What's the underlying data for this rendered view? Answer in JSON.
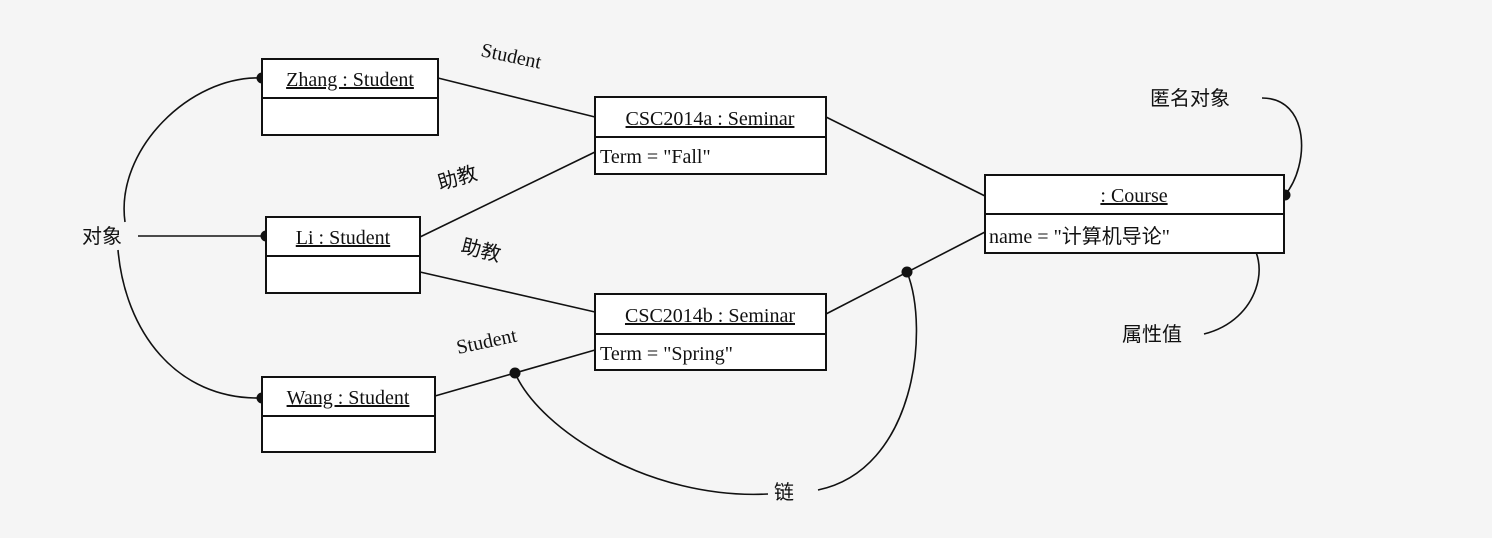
{
  "objects": {
    "zhang": {
      "name": "Zhang : Student",
      "attribute": ""
    },
    "li": {
      "name": "Li : Student",
      "attribute": ""
    },
    "wang": {
      "name": "Wang : Student",
      "attribute": ""
    },
    "seminar_a": {
      "name": "CSC2014a : Seminar",
      "attribute": "Term = \"Fall\""
    },
    "seminar_b": {
      "name": "CSC2014b : Seminar",
      "attribute": "Term = \"Spring\""
    },
    "course": {
      "name": ": Course",
      "attribute": "name = \"计算机导论\""
    }
  },
  "link_labels": {
    "zhang_seminar_a": "Student",
    "li_seminar_a": "助教",
    "li_seminar_b": "助教",
    "wang_seminar_b": "Student"
  },
  "annotations": {
    "object": "对象",
    "anonymous_object": "匿名对象",
    "attribute_value": "属性值",
    "link": "链"
  },
  "colors": {
    "background": "#f5f5f5",
    "line": "#111111",
    "box_fill": "#ffffff"
  }
}
